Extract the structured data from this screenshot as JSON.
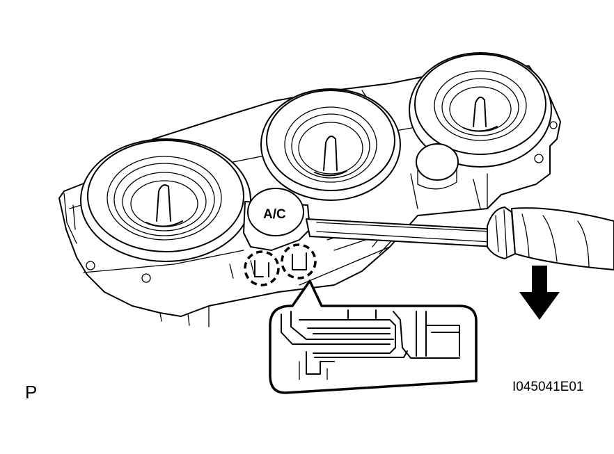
{
  "figure": {
    "button_label": "A/C",
    "page_marker": "P",
    "figure_id": "I045041E01"
  },
  "colors": {
    "ink": "#000000",
    "paper": "#ffffff"
  },
  "icons": [
    "screwdriver-icon",
    "down-arrow-icon",
    "dashed-circle-icon"
  ]
}
